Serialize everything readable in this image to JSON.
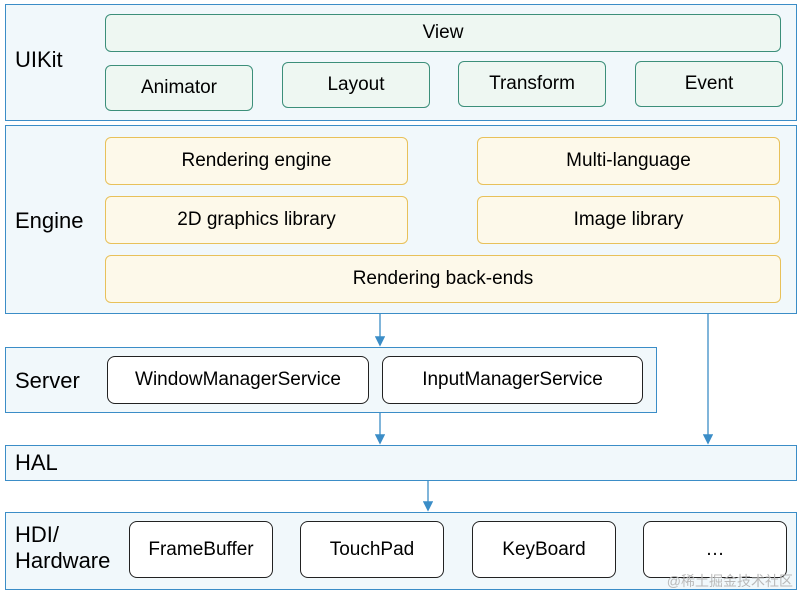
{
  "layers": {
    "uikit": {
      "title": "UIKit",
      "view": "View",
      "items": [
        "Animator",
        "Layout",
        "Transform",
        "Event"
      ]
    },
    "engine": {
      "title": "Engine",
      "items": [
        "Rendering engine",
        "Multi-language",
        "2D graphics library",
        "Image library",
        "Rendering back-ends"
      ]
    },
    "server": {
      "title": "Server",
      "items": [
        "WindowManagerService",
        "InputManagerService"
      ]
    },
    "hal": {
      "title": "HAL"
    },
    "hdi": {
      "title": "HDI/\nHardware",
      "items": [
        "FrameBuffer",
        "TouchPad",
        "KeyBoard",
        "…"
      ]
    }
  },
  "colors": {
    "layer_bg": "#f1f8fb",
    "layer_border": "#3b8dc7",
    "uikit_box_border": "#3c8f7a",
    "engine_box_border": "#e8c15a",
    "arrow": "#3b8dc7"
  },
  "watermark": "@稀土掘金技术社区"
}
